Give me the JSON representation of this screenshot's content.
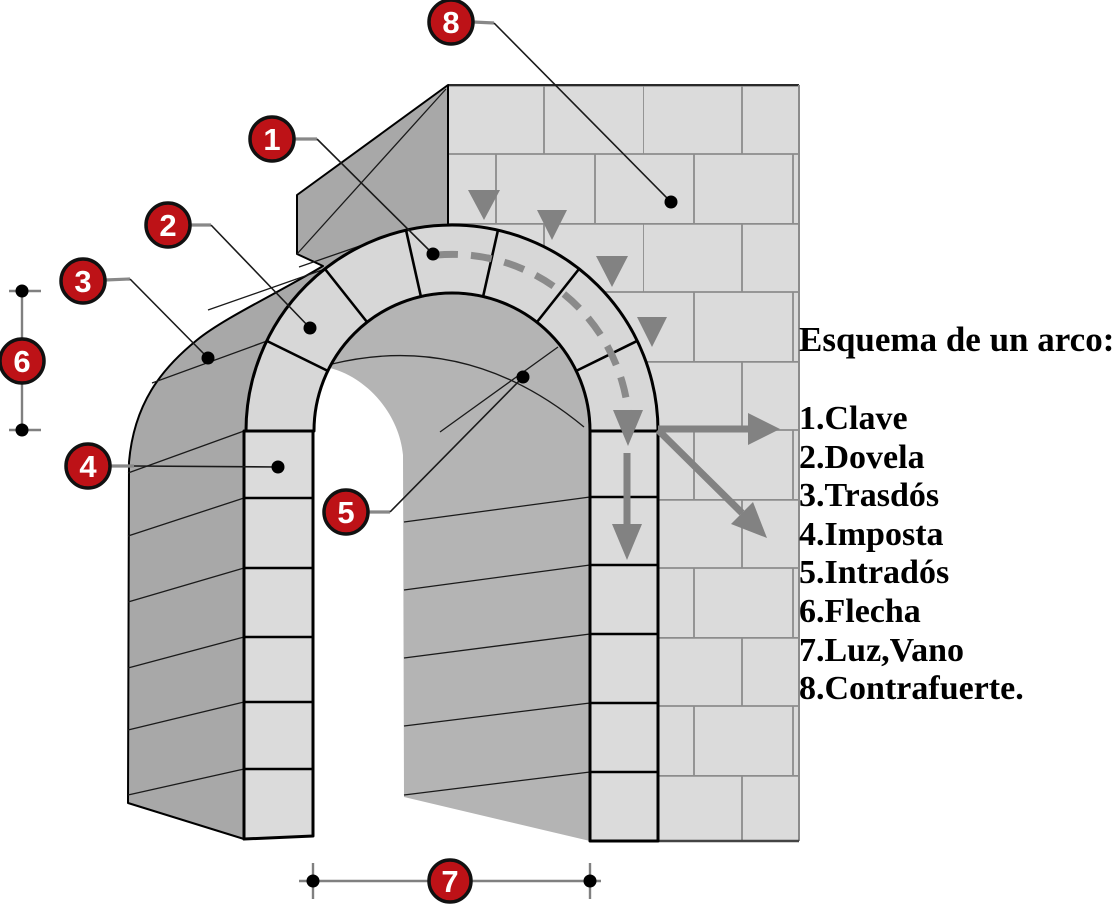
{
  "legend": {
    "title": "Esquema de un arco:",
    "items": [
      "1.Clave",
      "2.Dovela",
      "3.Trasdós",
      "4.Imposta",
      "5.Intradós",
      "6.Flecha",
      "7.Luz,Vano",
      "8.Contrafuerte."
    ]
  },
  "callouts": {
    "c1": "1",
    "c2": "2",
    "c3": "3",
    "c4": "4",
    "c5": "5",
    "c6": "6",
    "c7": "7",
    "c8": "8"
  },
  "colors": {
    "callout_red": "#bd1217",
    "stone_face": "#dbdbdb",
    "stone_ring": "#d7d7d7",
    "stone_side": "#a8a8a8",
    "stone_intrados": "#b4b4b4",
    "joint_gray": "#8c8c8c",
    "force_gray": "#828282",
    "dim_gray": "#808080"
  }
}
